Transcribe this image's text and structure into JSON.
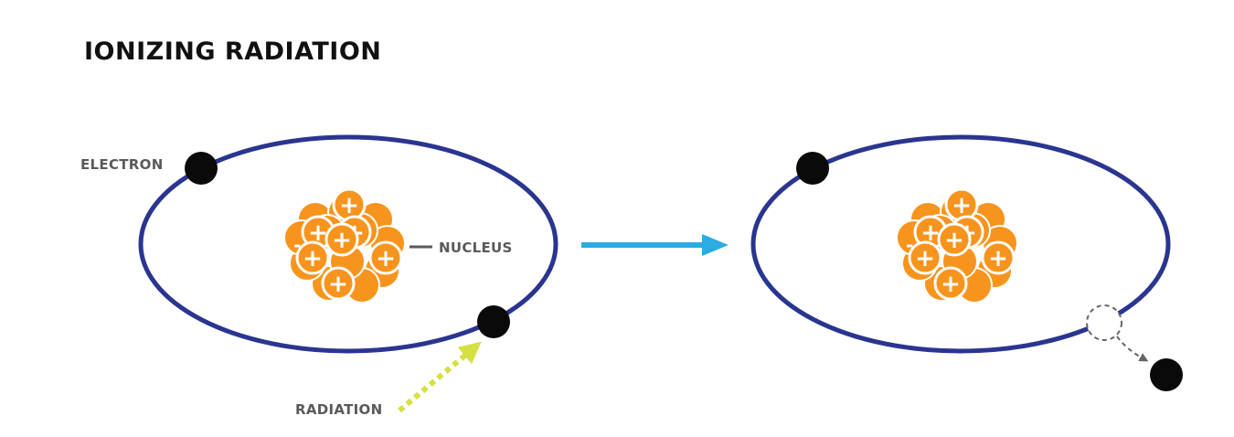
{
  "title": "IONIZING RADIATION",
  "labels": {
    "electron": "ELECTRON",
    "nucleus": "NUCLEUS",
    "radiation": "RADIATION"
  },
  "particle_symbols": {
    "proton": "+",
    "neutron": "-"
  },
  "colors": {
    "orbit": "#2a3590",
    "electron": "#0a0a0a",
    "proton": "#f7941d",
    "neutron": "#f7941d",
    "particle_outline": "#ffffff",
    "label_text": "#5a5a5a",
    "title_text": "#111111",
    "process_arrow": "#2bace2",
    "radiation": "#d6e043",
    "ejection_path": "#666666"
  },
  "icons": {
    "process_arrow": "arrow-right-icon",
    "radiation_arrow": "dotted-arrow-icon",
    "ejection_arrow": "dashed-arrow-icon"
  }
}
